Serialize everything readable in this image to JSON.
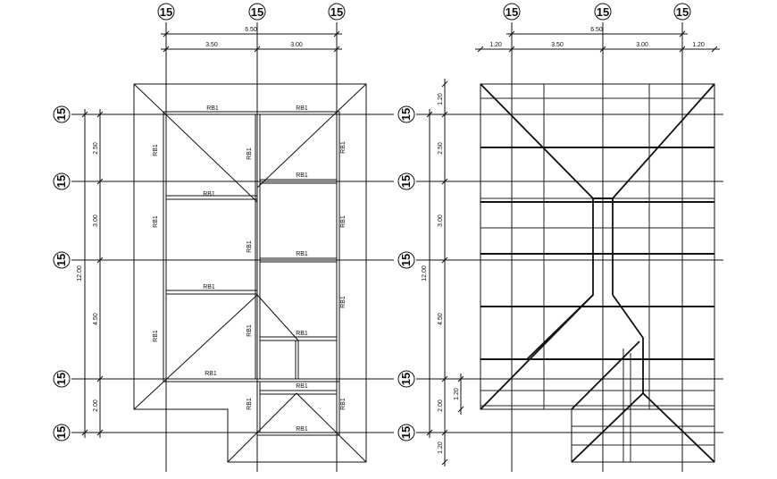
{
  "grid_bubble": "15",
  "rb_label": "RB1",
  "plan_left": {
    "dim_total_h": "6.50",
    "dims_h": [
      "3.50",
      "3.00"
    ],
    "dims_v": [
      "2.50",
      "3.00",
      "4.50",
      "2.00"
    ],
    "dim_total_v": "12.00"
  },
  "plan_right": {
    "dim_total_h": "6.50",
    "dims_h": [
      "1.20",
      "3.50",
      "3.00",
      "1.20"
    ],
    "dims_v": [
      "1.20",
      "2.50",
      "3.00",
      "4.50",
      "2.00",
      "1.20"
    ],
    "dim_inner": "1.20",
    "dim_total_v": "12.00"
  }
}
